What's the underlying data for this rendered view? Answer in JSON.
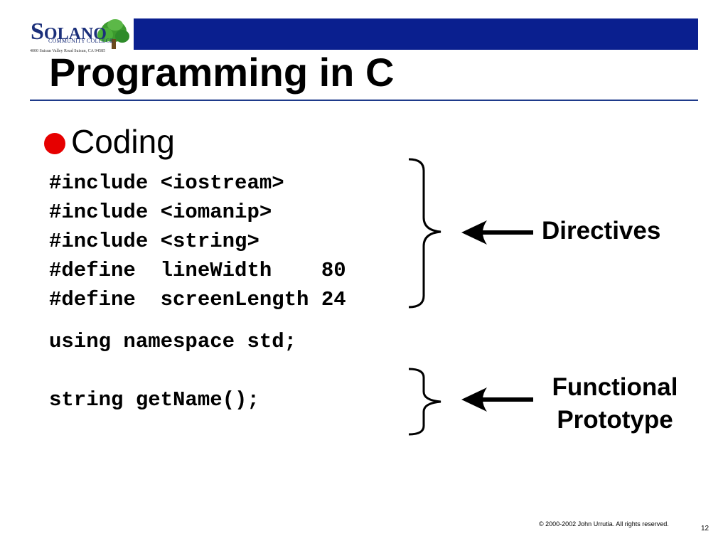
{
  "header": {
    "logo": {
      "name_first": "S",
      "name_rest": "OLANO",
      "subtitle": "COMMUNITY COLLEGE",
      "address": "4000 Suisun Valley Road   Suisun, CA  94585"
    },
    "bar_color": "#0a1f8f"
  },
  "slide": {
    "title": "Programming in C",
    "bullet": {
      "text": "Coding",
      "dot_color": "#e60000"
    },
    "code_lines": [
      "#include <iostream>",
      "#include <iomanip>",
      "#include <string>",
      "#define  lineWidth    80",
      "#define  screenLength 24",
      "using namespace std;",
      "string getName();"
    ],
    "annotations": {
      "directives": "Directives",
      "prototype_line1": "Functional",
      "prototype_line2": "Prototype"
    }
  },
  "footer": {
    "copyright": "© 2000-2002 John Urrutia. All rights reserved.",
    "page_number": "12"
  }
}
